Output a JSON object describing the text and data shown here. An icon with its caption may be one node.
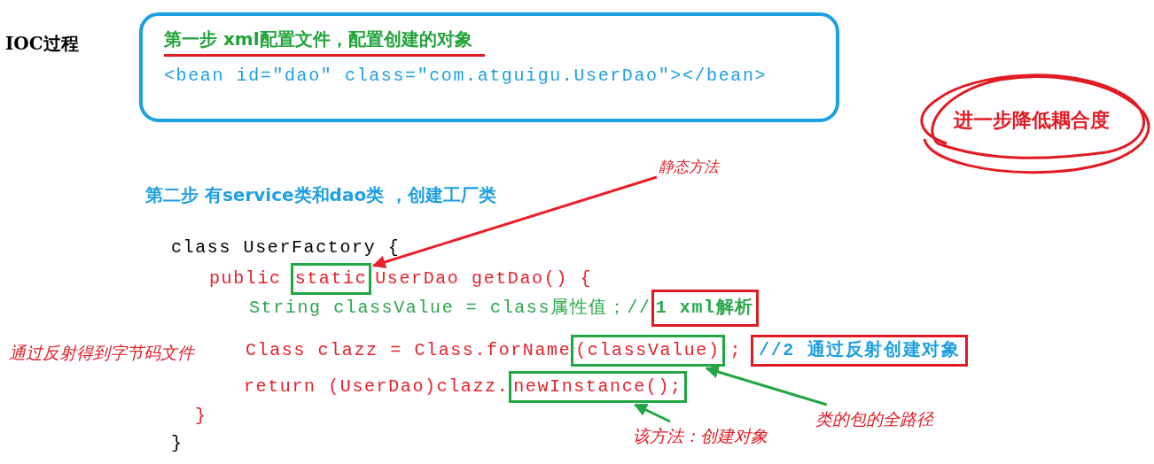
{
  "diagram": {
    "nodes": [
      {
        "text": [
          "第一步 xml配置文件，配置创建的对象",
          "<bean id=\"dao\" class=\"com.atguigu.UserDao\"></bean>"
        ]
      },
      {
        "text": [
          "进一步降低耦合度"
        ]
      },
      {
        "text": [
          "静态方法"
        ]
      },
      {
        "text": [
          "static"
        ]
      },
      {
        "text": [
          "1 xml解析"
        ]
      },
      {
        "text": [
          "(classValue)"
        ]
      },
      {
        "text": [
          "//2 通过反射创建对象"
        ]
      },
      {
        "text": [
          "newInstance();"
        ]
      },
      {
        "text": [
          "类的包的全路径"
        ]
      },
      {
        "text": [
          "该方法：创建对象"
        ]
      }
    ],
    "edges": [
      {
        "from": 2,
        "to": 3,
        "arrow": "to",
        "color": "#e8202a"
      },
      {
        "from": 8,
        "to": 5,
        "arrow": "to"
      },
      {
        "from": 9,
        "to": 7,
        "arrow": "to"
      }
    ],
    "labels": [
      "IOC过程",
      "第二步 有service类和dao类 ，创建工厂类",
      "class UserFactory {",
      "public",
      "UserDao getDao() {",
      "String classValue = class属性值；//",
      "通过反射得到字节码文件",
      "Class clazz = Class.forName",
      ";",
      "return (UserDao)clazz.",
      "}",
      "}"
    ]
  }
}
